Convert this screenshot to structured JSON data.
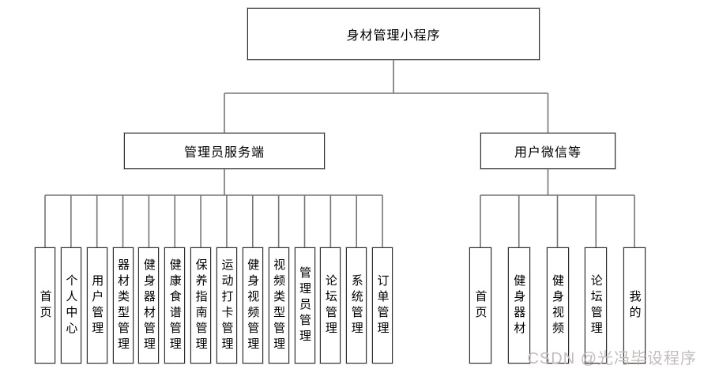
{
  "diagram": {
    "root": {
      "label": "身材管理小程序"
    },
    "branches": [
      {
        "id": "admin",
        "label": "管理员服务端",
        "children": [
          "首页",
          "个人中心",
          "用户管理",
          "器材类型管理",
          "健身器材管理",
          "健康食谱管理",
          "保养指南管理",
          "运动打卡管理",
          "健身视频管理",
          "视频类型管理",
          "管理员管理",
          "论坛管理",
          "系统管理",
          "订单管理"
        ]
      },
      {
        "id": "user",
        "label": "用户微信等",
        "children": [
          "首页",
          "健身器材",
          "健身视频",
          "论坛管理",
          "我的"
        ]
      }
    ]
  },
  "watermark": "CSDN @光冯毕设程序",
  "colors": {
    "line": "#757575",
    "border": "#2f2f2f",
    "background": "#ffffff",
    "text": "#000000",
    "watermark": "#c3bcbc"
  }
}
